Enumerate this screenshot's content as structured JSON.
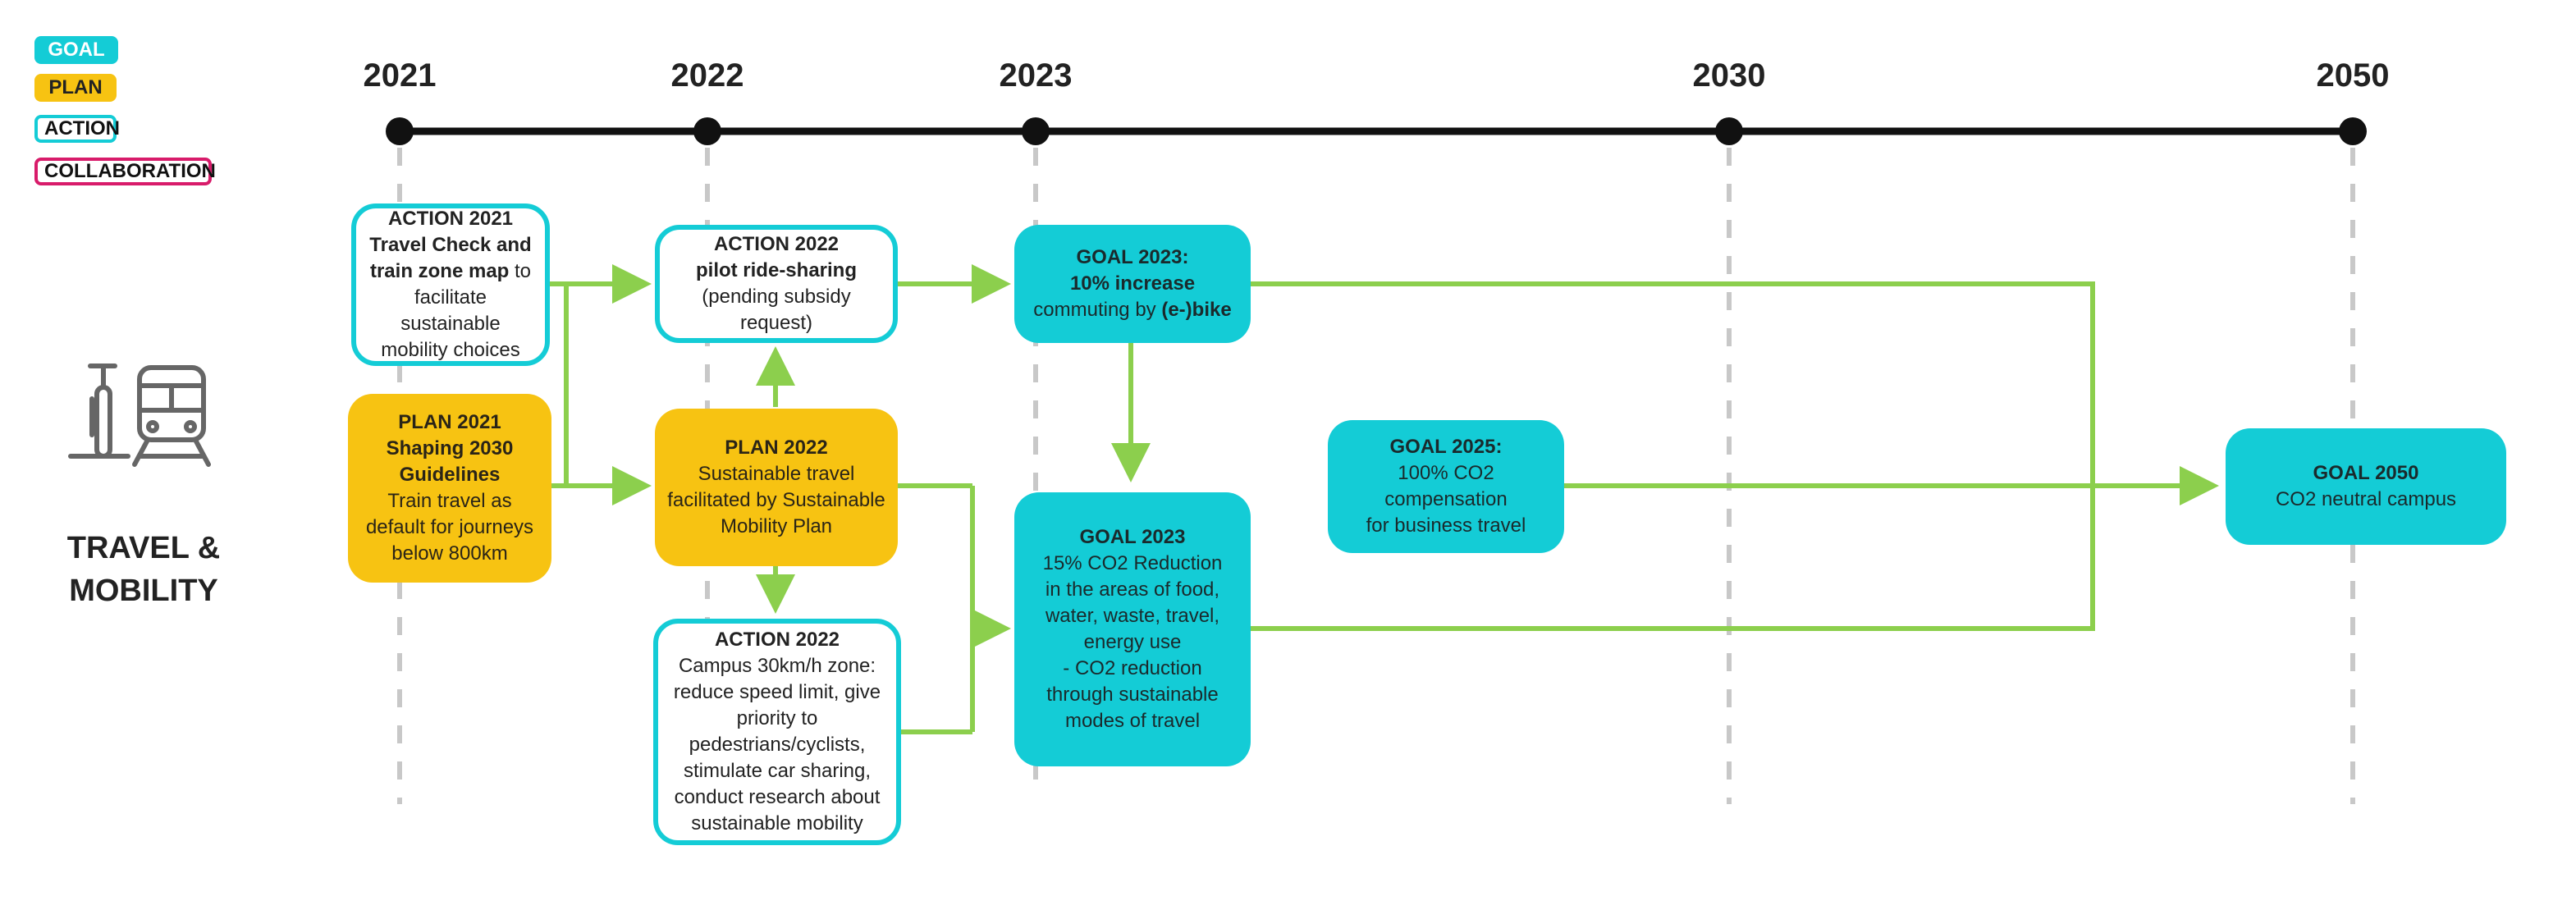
{
  "legend": {
    "goal": {
      "label": "GOAL",
      "color": "#14ccd6"
    },
    "plan": {
      "label": "PLAN",
      "color": "#f7c312"
    },
    "action": {
      "label": "ACTION",
      "color": "#14ccd6"
    },
    "collaboration": {
      "label": "COLLABORATION",
      "color": "#d81b6a"
    }
  },
  "timeline": {
    "years": [
      "2021",
      "2022",
      "2023",
      "2030",
      "2050"
    ]
  },
  "category": {
    "icon": "bicycle-and-train-icon",
    "line1": "TRAVEL &",
    "line2": "MOBILITY"
  },
  "nodes": {
    "action2021": {
      "line1": "ACTION 2021",
      "line2": "Travel Check and",
      "line3_bold": "train zone map",
      "line3_rest": " to",
      "line4": "facilitate sustainable",
      "line5": "mobility choices"
    },
    "plan2021": {
      "line1": "PLAN 2021",
      "line2": "Shaping 2030",
      "line3": "Guidelines",
      "line4": "Train travel as",
      "line5": "default for journeys",
      "line6": "below 800km"
    },
    "action2022a": {
      "line1": "ACTION 2022",
      "line2": "pilot ride-sharing",
      "line3": "(pending subsidy request)"
    },
    "plan2022": {
      "line1": "PLAN 2022",
      "line2": "Sustainable travel",
      "line3": "facilitated by Sustainable",
      "line4": "Mobility Plan"
    },
    "action2022b": {
      "line1": "ACTION 2022",
      "line2": "Campus 30km/h zone:",
      "line3": "reduce speed limit, give",
      "line4": "priority to",
      "line5": "pedestrians/cyclists,",
      "line6": "stimulate car sharing,",
      "line7": "conduct research about",
      "line8": "sustainable mobility"
    },
    "goal2023a": {
      "line1": "GOAL 2023:",
      "line2": "10% increase",
      "line3_rest": "commuting by ",
      "line3_bold": "(e-)bike"
    },
    "goal2023b": {
      "line1": "GOAL 2023",
      "line2": "15% CO2 Reduction",
      "line3": "in the areas of food,",
      "line4": "water, waste, travel,",
      "line5": "energy use",
      "line6": "- CO2 reduction",
      "line7": "through sustainable",
      "line8": "modes of travel"
    },
    "goal2025": {
      "line1": "GOAL 2025:",
      "line2": "100% CO2 compensation",
      "line3": "for business travel"
    },
    "goal2050": {
      "line1": "GOAL 2050",
      "line2": "CO2 neutral campus"
    }
  },
  "colors": {
    "timeline": "#111111",
    "connector": "#8ccf4d",
    "gridline": "#c8c8c8",
    "icon": "#666666"
  }
}
